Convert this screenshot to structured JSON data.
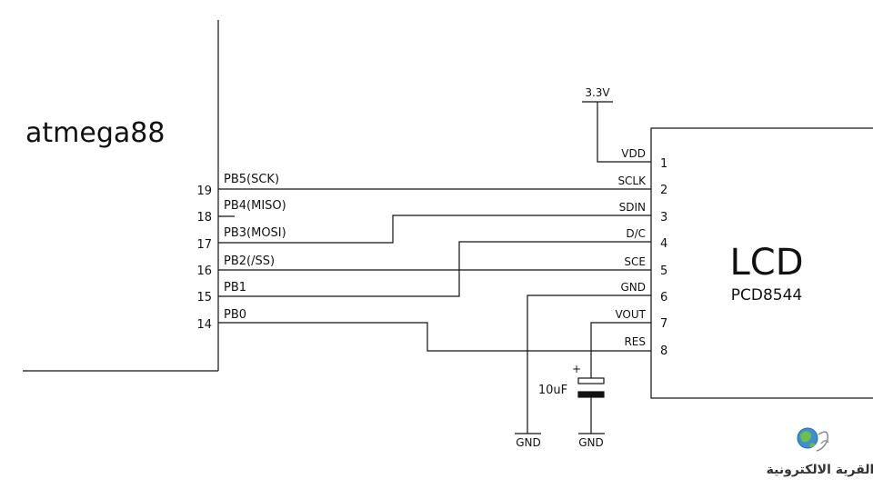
{
  "mcu": {
    "name": "atmega88",
    "pins": [
      {
        "num": "19",
        "label": "PB5(SCK)"
      },
      {
        "num": "18",
        "label": "PB4(MISO)"
      },
      {
        "num": "17",
        "label": "PB3(MOSI)"
      },
      {
        "num": "16",
        "label": "PB2(/SS)"
      },
      {
        "num": "15",
        "label": "PB1"
      },
      {
        "num": "14",
        "label": "PB0"
      }
    ]
  },
  "lcd": {
    "title": "LCD",
    "model": "PCD8544",
    "pins": [
      {
        "num": "1",
        "label": "VDD"
      },
      {
        "num": "2",
        "label": "SCLK"
      },
      {
        "num": "3",
        "label": "SDIN"
      },
      {
        "num": "4",
        "label": "D/C"
      },
      {
        "num": "5",
        "label": "SCE"
      },
      {
        "num": "6",
        "label": "GND"
      },
      {
        "num": "7",
        "label": "VOUT"
      },
      {
        "num": "8",
        "label": "RES"
      }
    ]
  },
  "power": {
    "label": "3.3V"
  },
  "capacitor": {
    "label": "10uF",
    "polarity": "+"
  },
  "grounds": [
    "GND",
    "GND"
  ],
  "watermark": {
    "text": "القرية الالكترونية"
  }
}
